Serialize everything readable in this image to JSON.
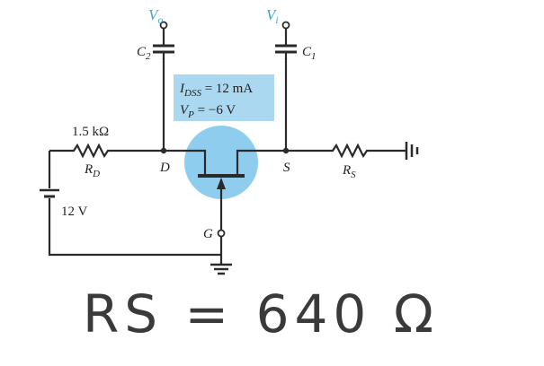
{
  "terminals": {
    "vo": "V",
    "vo_sub": "o",
    "vi": "V",
    "vi_sub": "i"
  },
  "capacitors": {
    "c2": "C",
    "c2_sub": "2",
    "c1": "C",
    "c1_sub": "1"
  },
  "params": {
    "idss_sym": "I",
    "idss_sub": "DSS",
    "idss_val": " = 12 mA",
    "vp_sym": "V",
    "vp_sub": "P",
    "vp_val": " = −6  V"
  },
  "resistors": {
    "rd_value": "1.5 kΩ",
    "rd_sym": "R",
    "rd_sub": "D",
    "rs_sym": "R",
    "rs_sub": "S"
  },
  "nodes": {
    "drain": "D",
    "source": "S",
    "gate": "G"
  },
  "battery": {
    "voltage": "12 V"
  },
  "handwritten": {
    "answer": "RS = 640 Ω"
  },
  "colors": {
    "highlight_box": "#a9d8f0",
    "jfet_circle": "#8fcdee",
    "label_blue": "#3aa7dc",
    "wire": "#2a2a2a"
  }
}
